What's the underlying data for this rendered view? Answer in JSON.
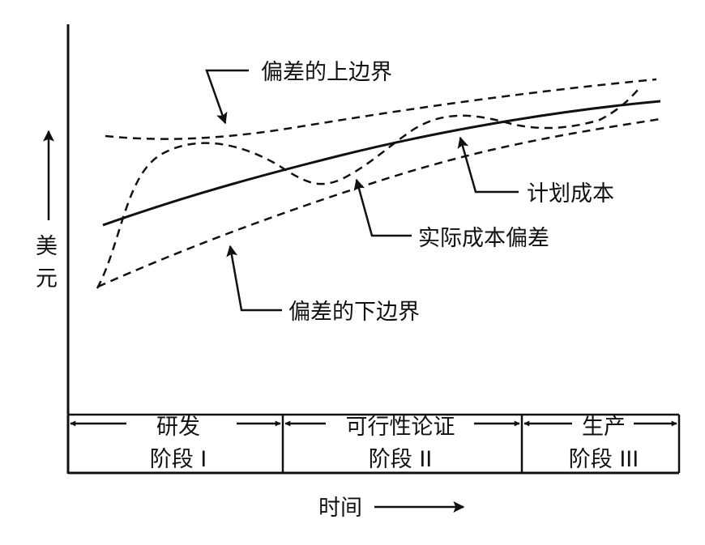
{
  "labels": {
    "upper_bound": "偏差的上边界",
    "lower_bound": "偏差的下边界",
    "planned_cost": "计划成本",
    "actual_deviation": "实际成本偏差",
    "y_axis_line1": "美",
    "y_axis_line2": "元",
    "x_axis": "时间"
  },
  "phases": [
    {
      "title": "研发",
      "stage": "阶段 I"
    },
    {
      "title": "可行性论证",
      "stage": "阶段 II"
    },
    {
      "title": "生产",
      "stage": "阶段 III"
    }
  ],
  "colors": {
    "ink": "#111111",
    "background": "#ffffff"
  },
  "icons": [
    "arrow-left-icon",
    "arrow-right-icon",
    "arrow-up-icon"
  ]
}
